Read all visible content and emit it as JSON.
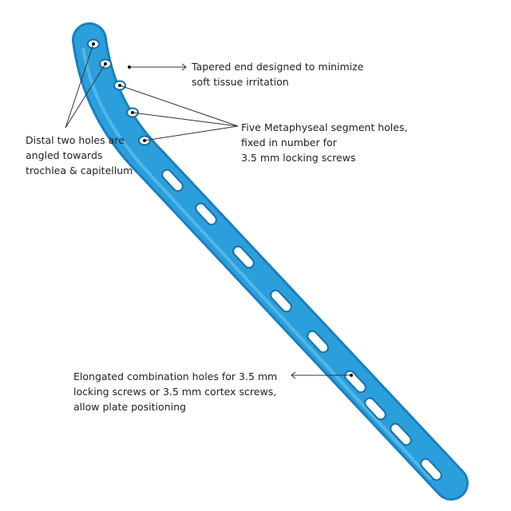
{
  "colors": {
    "plate": "#2b9fdb",
    "plate_dark": "#1a7fbf",
    "text": "#222222"
  },
  "annotations": {
    "tapered": [
      "Tapered end designed to minimize",
      "soft tissue irritation"
    ],
    "metaphyseal": [
      "Five Metaphyseal segment holes,",
      "fixed in number for",
      "3.5 mm locking screws"
    ],
    "distal": [
      "Distal two holes are",
      "angled towards",
      "trochlea & capitellum"
    ],
    "elongated": [
      "Elongated combination holes for 3.5 mm",
      "locking screws or 3.5 mm cortex screws,",
      "allow plate positioning"
    ]
  }
}
